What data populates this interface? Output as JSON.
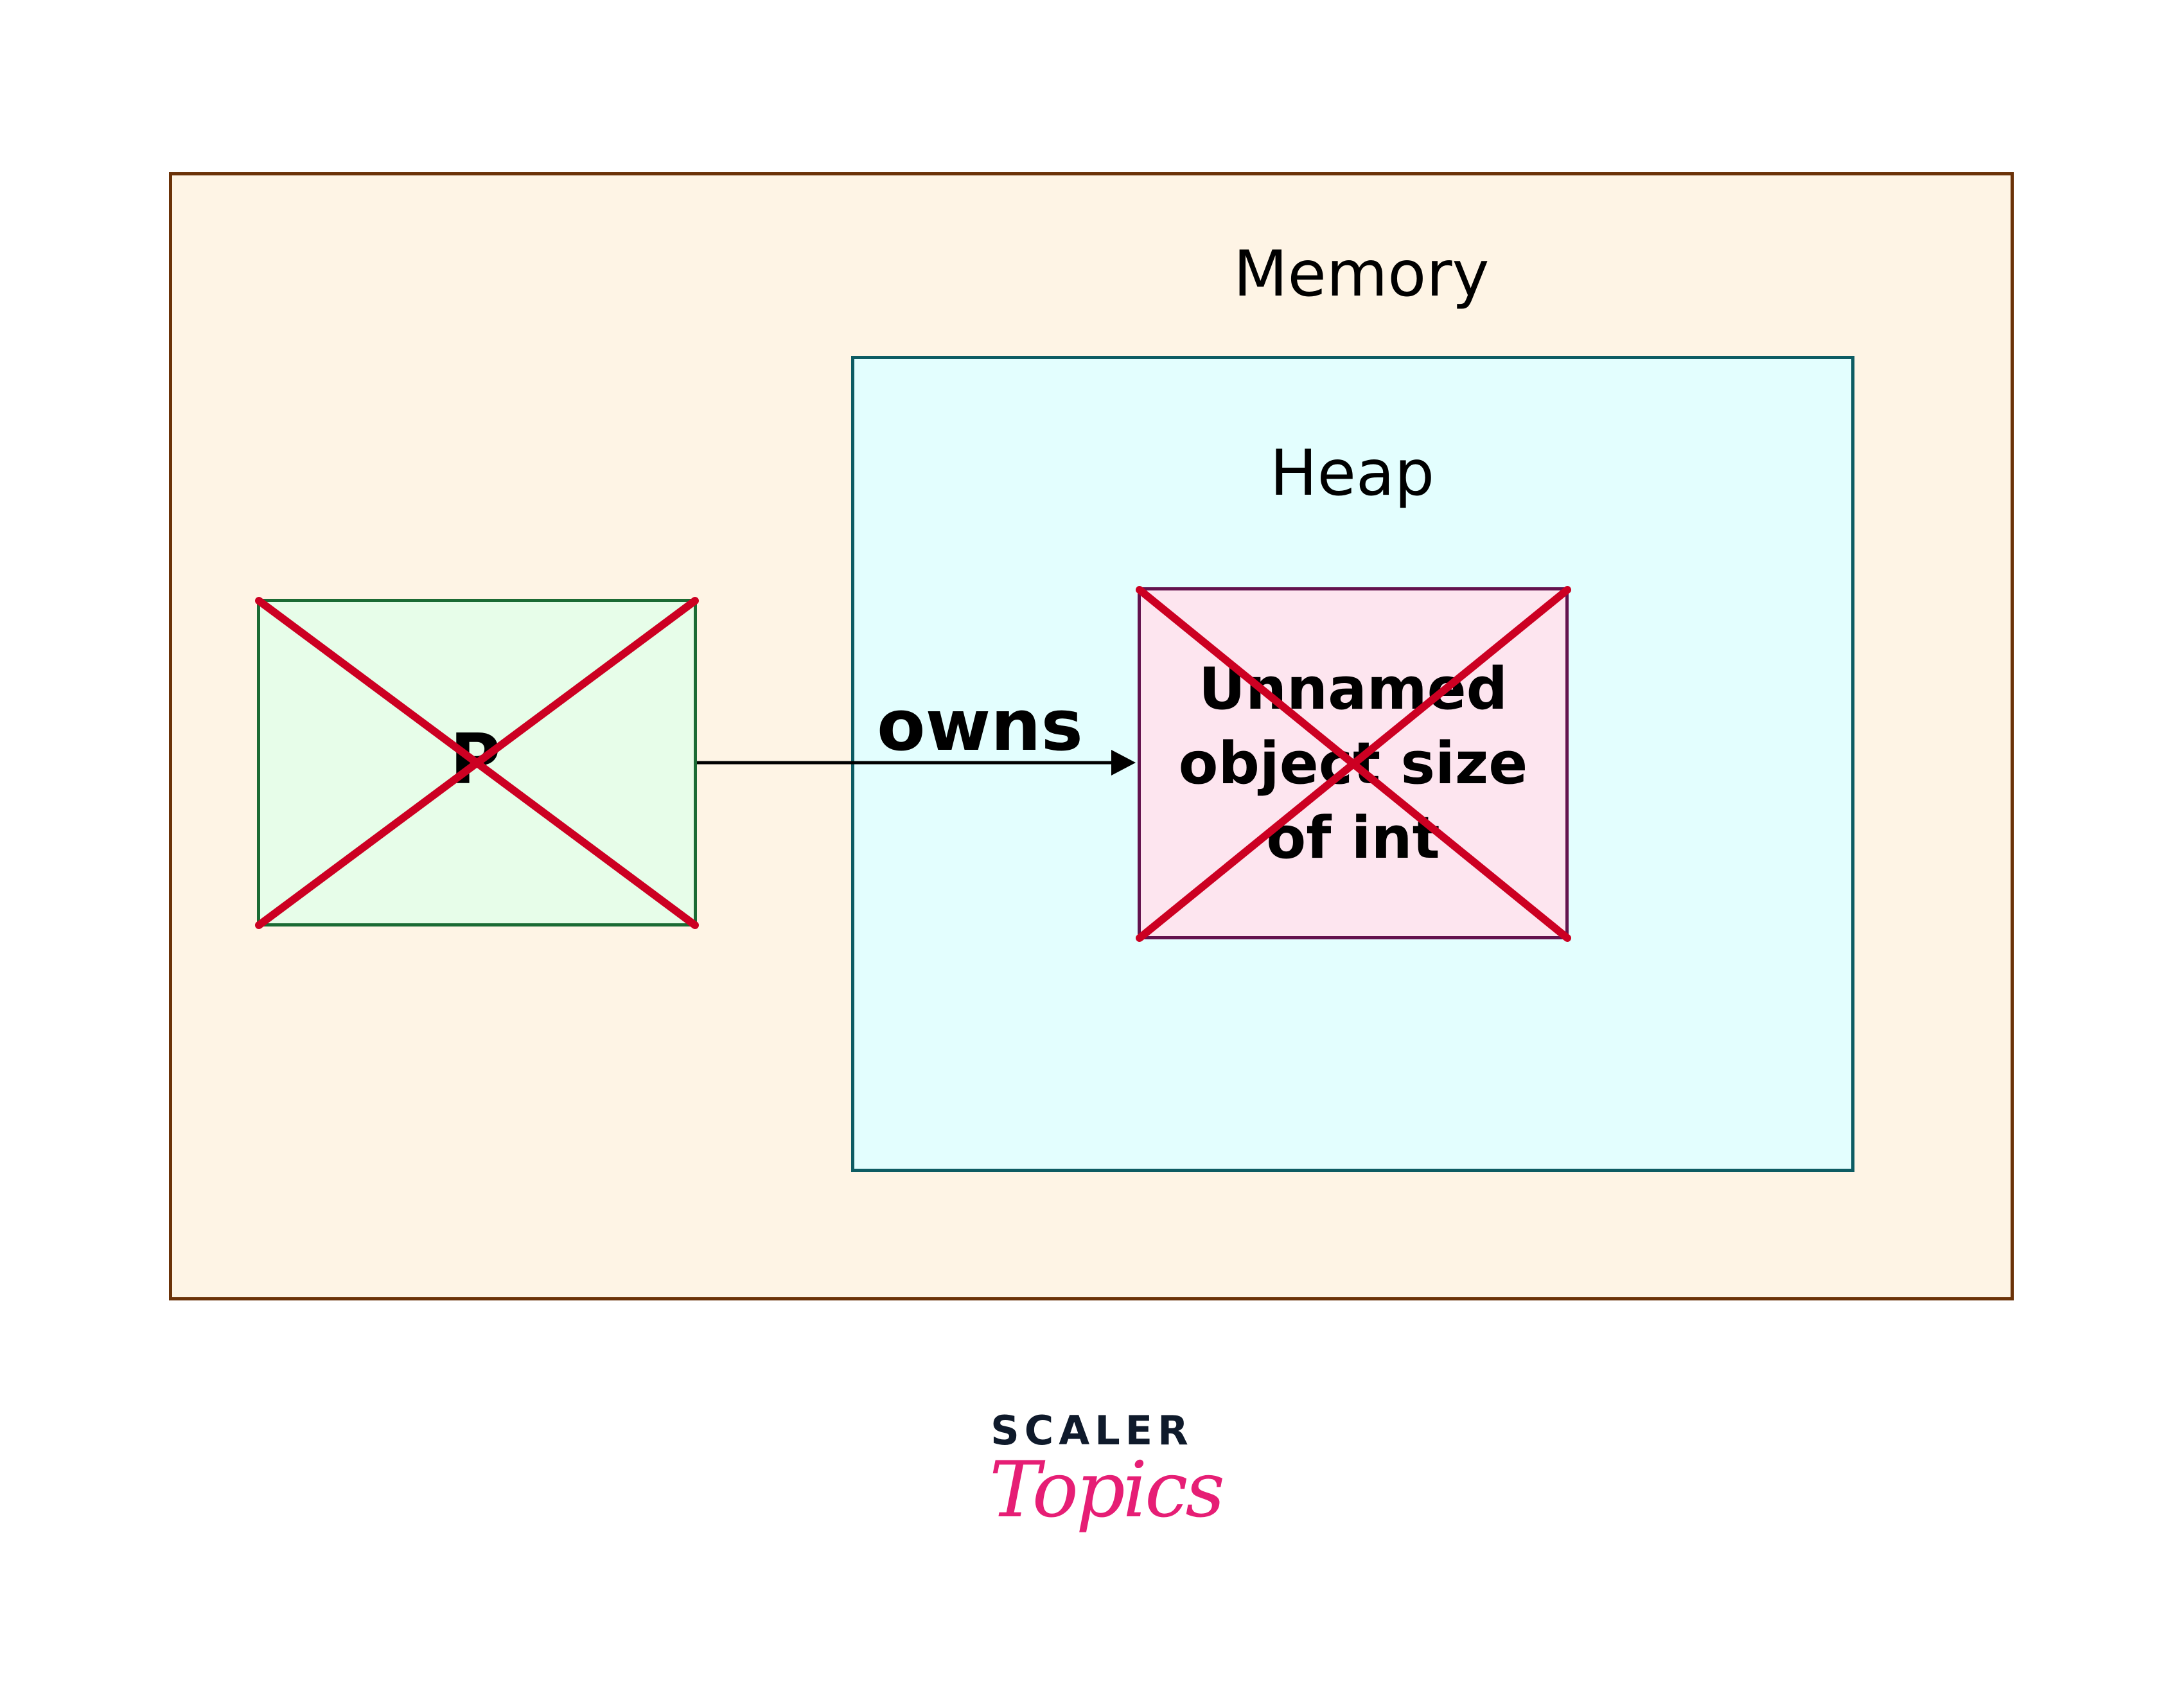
{
  "diagram": {
    "memory": {
      "label": "Memory",
      "fill": "#fef4e5",
      "stroke": "#6b3208"
    },
    "heap": {
      "label": "Heap",
      "fill": "#e3fefe",
      "stroke": "#0d5c63"
    },
    "pointer": {
      "label": "P",
      "fill": "#e7fde9",
      "stroke": "#1b6b34",
      "crossed_out": true
    },
    "object": {
      "label": "Unnamed object size of int",
      "fill": "#fde5ef",
      "stroke": "#64134e",
      "crossed_out": true
    },
    "edge": {
      "from": "P",
      "to": "Unnamed object size of int",
      "label": "owns",
      "color": "#000000"
    },
    "cross_color": "#cc0022"
  },
  "branding": {
    "line1": "SCALER",
    "line2": "Topics",
    "line1_color": "#0f1a2b",
    "line2_color": "#e61e75"
  }
}
